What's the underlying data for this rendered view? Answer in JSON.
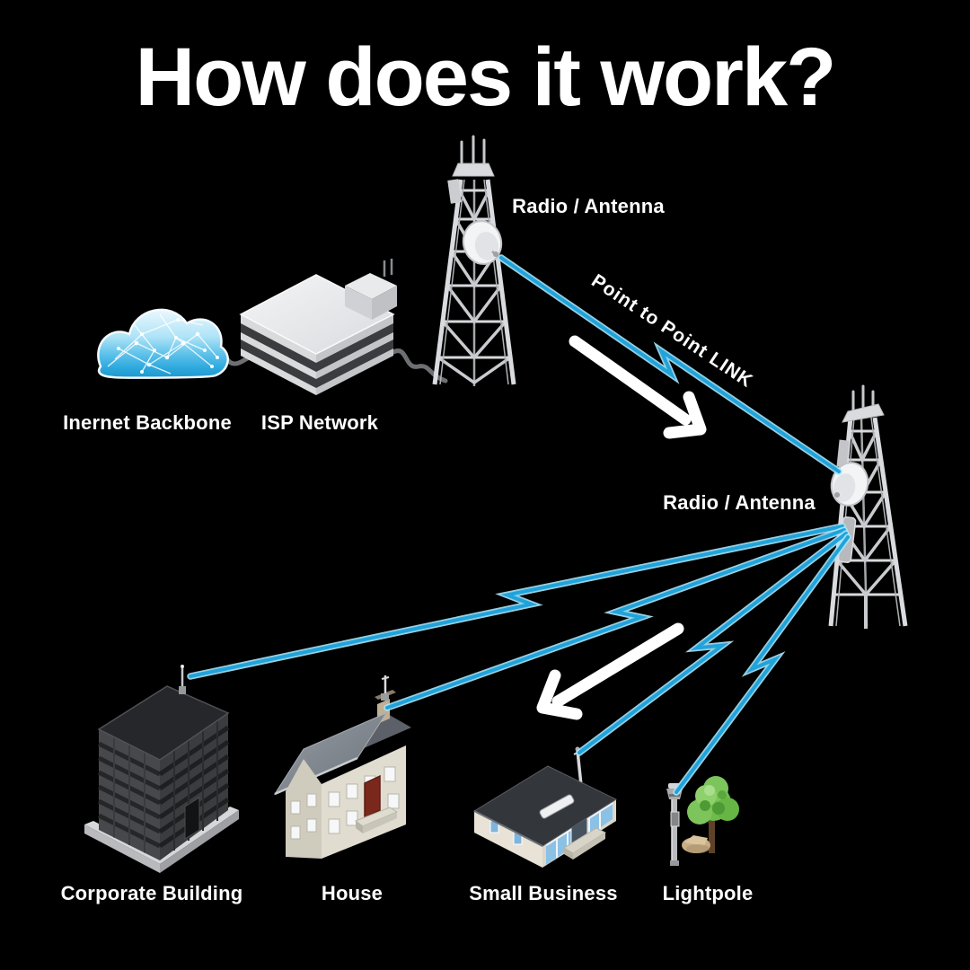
{
  "title": "How does it work?",
  "labels": {
    "internet_backbone": "Inernet Backbone",
    "isp_network": "ISP Network",
    "radio_antenna_1": "Radio / Antenna",
    "radio_antenna_2": "Radio / Antenna",
    "point_to_point_link": "Point to Point LINK",
    "corporate_building": "Corporate Building",
    "house": "House",
    "small_business": "Small Business",
    "lightpole": "Lightpole"
  },
  "colors": {
    "background": "#000000",
    "beam_core": "#1FA3DB",
    "beam_highlight": "#A9E4F9",
    "cloud_blue": "#2EA9DE",
    "arrow_white": "#FFFFFF",
    "text_white": "#FFFFFF"
  },
  "connections": [
    {
      "from": "Inernet Backbone",
      "to": "ISP Network",
      "type": "cable"
    },
    {
      "from": "ISP Network",
      "to": "Radio / Antenna (tower 1)",
      "type": "cable"
    },
    {
      "from": "Radio / Antenna (tower 1)",
      "to": "Radio / Antenna (tower 2)",
      "type": "Point to Point LINK"
    },
    {
      "from": "Radio / Antenna (tower 2)",
      "to": "Corporate Building",
      "type": "wireless"
    },
    {
      "from": "Radio / Antenna (tower 2)",
      "to": "House",
      "type": "wireless"
    },
    {
      "from": "Radio / Antenna (tower 2)",
      "to": "Small Business",
      "type": "wireless"
    },
    {
      "from": "Radio / Antenna (tower 2)",
      "to": "Lightpole",
      "type": "wireless"
    }
  ]
}
